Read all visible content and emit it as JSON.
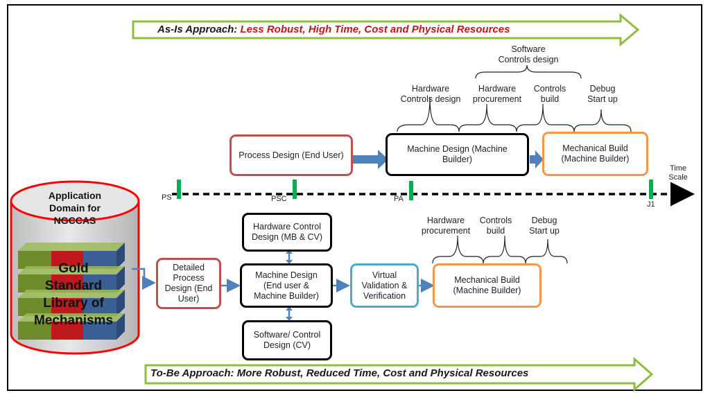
{
  "as_is": {
    "lead": "As-Is Approach:",
    "rest": " Less Robust, High Time, Cost and Physical Resources"
  },
  "to_be": {
    "lead": "To-Be Approach:",
    "rest": " More Robust, Reduced Time, Cost and Physical Resources"
  },
  "as_is_steps": {
    "process_design": "Process Design  (End User)",
    "machine_design": "Machine Design (Machine Builder)",
    "mechanical_build": "Mechanical Build (Machine Builder)"
  },
  "as_is_labels": {
    "software_controls": [
      "Software",
      "Controls design"
    ],
    "hardware_controls": [
      "Hardware",
      "Controls design"
    ],
    "hardware_procurement": [
      "Hardware",
      "procurement"
    ],
    "controls_build": [
      "Controls",
      "build"
    ],
    "debug": [
      "Debug",
      "Start up"
    ]
  },
  "timeline": {
    "time_scale": [
      "Time",
      "Scale"
    ],
    "milestones": [
      "PS",
      "PSC",
      "PA",
      "J1"
    ]
  },
  "domain": {
    "title": [
      "Application",
      "Domain for",
      "NGCCAS"
    ],
    "library": [
      "Gold",
      "Standard",
      "Library of",
      "Mechanisms"
    ]
  },
  "to_be_steps": {
    "detailed_process": "Detailed Process Design (End User)",
    "hardware_control": "Hardware Control Design (MB & CV)",
    "machine_design": "Machine Design (End user & Machine Builder)",
    "software_control": "Software/ Control Design (CV)",
    "virtual_validation": "Virtual Validation & Verification",
    "mechanical_build": "Mechanical Build (Machine Builder)"
  },
  "to_be_labels": {
    "hardware_procurement": [
      "Hardware",
      "procurement"
    ],
    "controls_build": [
      "Controls",
      "build"
    ],
    "debug": [
      "Debug",
      "Start up"
    ]
  },
  "colors": {
    "banner_fill": "#ffffff",
    "banner_border": "#8dbe3e",
    "red_border": "#c0504d",
    "orange_border": "#f79646",
    "cyan_border": "#4bacc6",
    "milestone": "#00b050",
    "flow_arrow": "#4f81bd",
    "cylinder_fill": "#d4d4d4",
    "cylinder_border": "#ff0000"
  }
}
